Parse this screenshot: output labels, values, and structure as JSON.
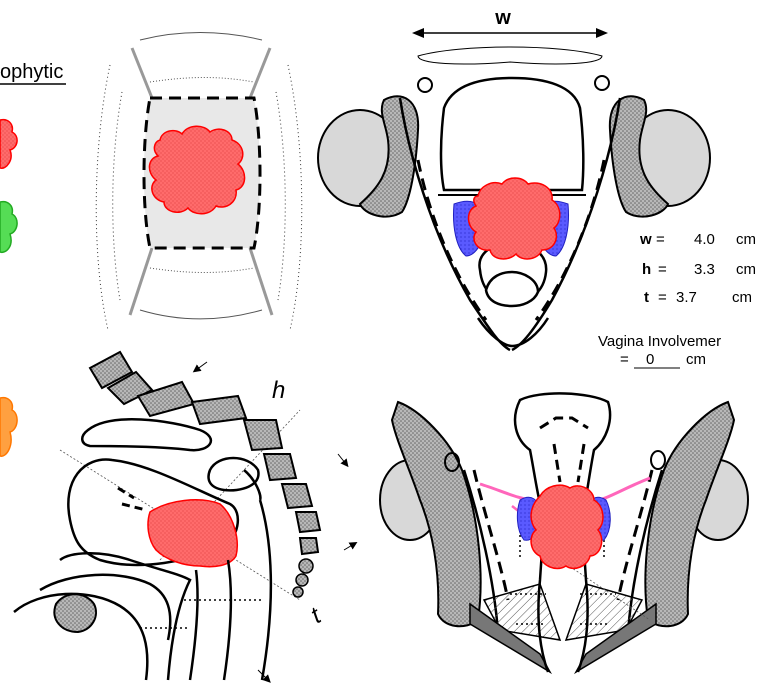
{
  "legend": {
    "partial_label": "ophytic"
  },
  "width_dimension": {
    "symbol": "w"
  },
  "axis_labels": {
    "height": "h",
    "thickness": "t"
  },
  "measurements": {
    "w_label": "w",
    "w_eq": "=",
    "w_value": "4.0",
    "w_unit": "cm",
    "h_label": "h",
    "h_eq": "=",
    "h_value": "3.3",
    "h_unit": "cm",
    "t_label": "t",
    "t_eq": "=",
    "t_value": "3.7",
    "t_unit": "cm"
  },
  "vagina": {
    "label": "Vagina Involvemer",
    "eq": "=",
    "value": "0",
    "unit": "cm"
  },
  "colors": {
    "tumor_fill": "#ff6b6b",
    "tumor_edge": "#ff0000",
    "parametrium_blue": "#4a4aff",
    "ligament_pink": "#ff66bb",
    "legend_green": "#55dd55",
    "legend_orange": "#ffa040",
    "bone_gray": "#9a9a9a",
    "tissue_light": "#e8e8e8"
  }
}
